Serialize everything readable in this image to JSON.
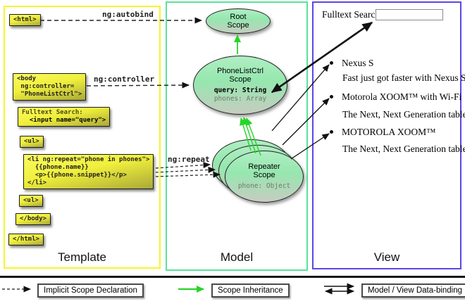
{
  "columns": {
    "template": "Template",
    "model": "Model",
    "view": "View"
  },
  "template": {
    "html_open": "<html>",
    "body_open": [
      "<body",
      " ng:controller=",
      " \"PhoneListCtrl\">"
    ],
    "fulltext_label": "Fulltext Search:",
    "fulltext_input": "  <input name=\"query\">",
    "ul_open": "<ul>",
    "li_box": [
      "<li ng:repeat=\"phone in phones\">",
      "  {{phone.name}}",
      "  <p>{{phone.snippet}}</p>",
      "</li>"
    ],
    "ul_open2": "<ul>",
    "body_close": "</body>",
    "html_close": "</html>",
    "label_autobind": "ng:autobind",
    "label_controller": "ng:controller",
    "label_repeat": "ng:repeat"
  },
  "model": {
    "root_scope": {
      "name1": "Root",
      "name2": "Scope"
    },
    "phonelist_scope": {
      "name1": "PhoneListCtrl",
      "name2": "Scope",
      "prop_query": "query: String",
      "prop_phones": "phones: Array"
    },
    "repeater_scope": {
      "name1": "Repeater",
      "name2": "Scope",
      "prop_phone": "phone: Object"
    }
  },
  "view": {
    "search_label": "Fulltext Search:",
    "search_input_value": "",
    "items": [
      {
        "title": "Nexus S",
        "desc": "Fast just got faster with Nexus S."
      },
      {
        "title": "Motorola XOOM™  with Wi-Fi",
        "desc": "The Next, Next Generation tablet."
      },
      {
        "title": "MOTOROLA XOOM™",
        "desc": "The Next, Next Generation tablet."
      }
    ]
  },
  "legend": {
    "implicit": "Implicit Scope Declaration",
    "inheritance": "Scope Inheritance",
    "binding": "Model / View Data-binding"
  },
  "colors": {
    "template_border": "#f6f62c",
    "model_border": "#57e39b",
    "view_border": "#5b47e6",
    "scope_fill_top": "#b0eec4",
    "code_yellow": "#f0ef3c",
    "inheritance_green": "#28d428"
  }
}
